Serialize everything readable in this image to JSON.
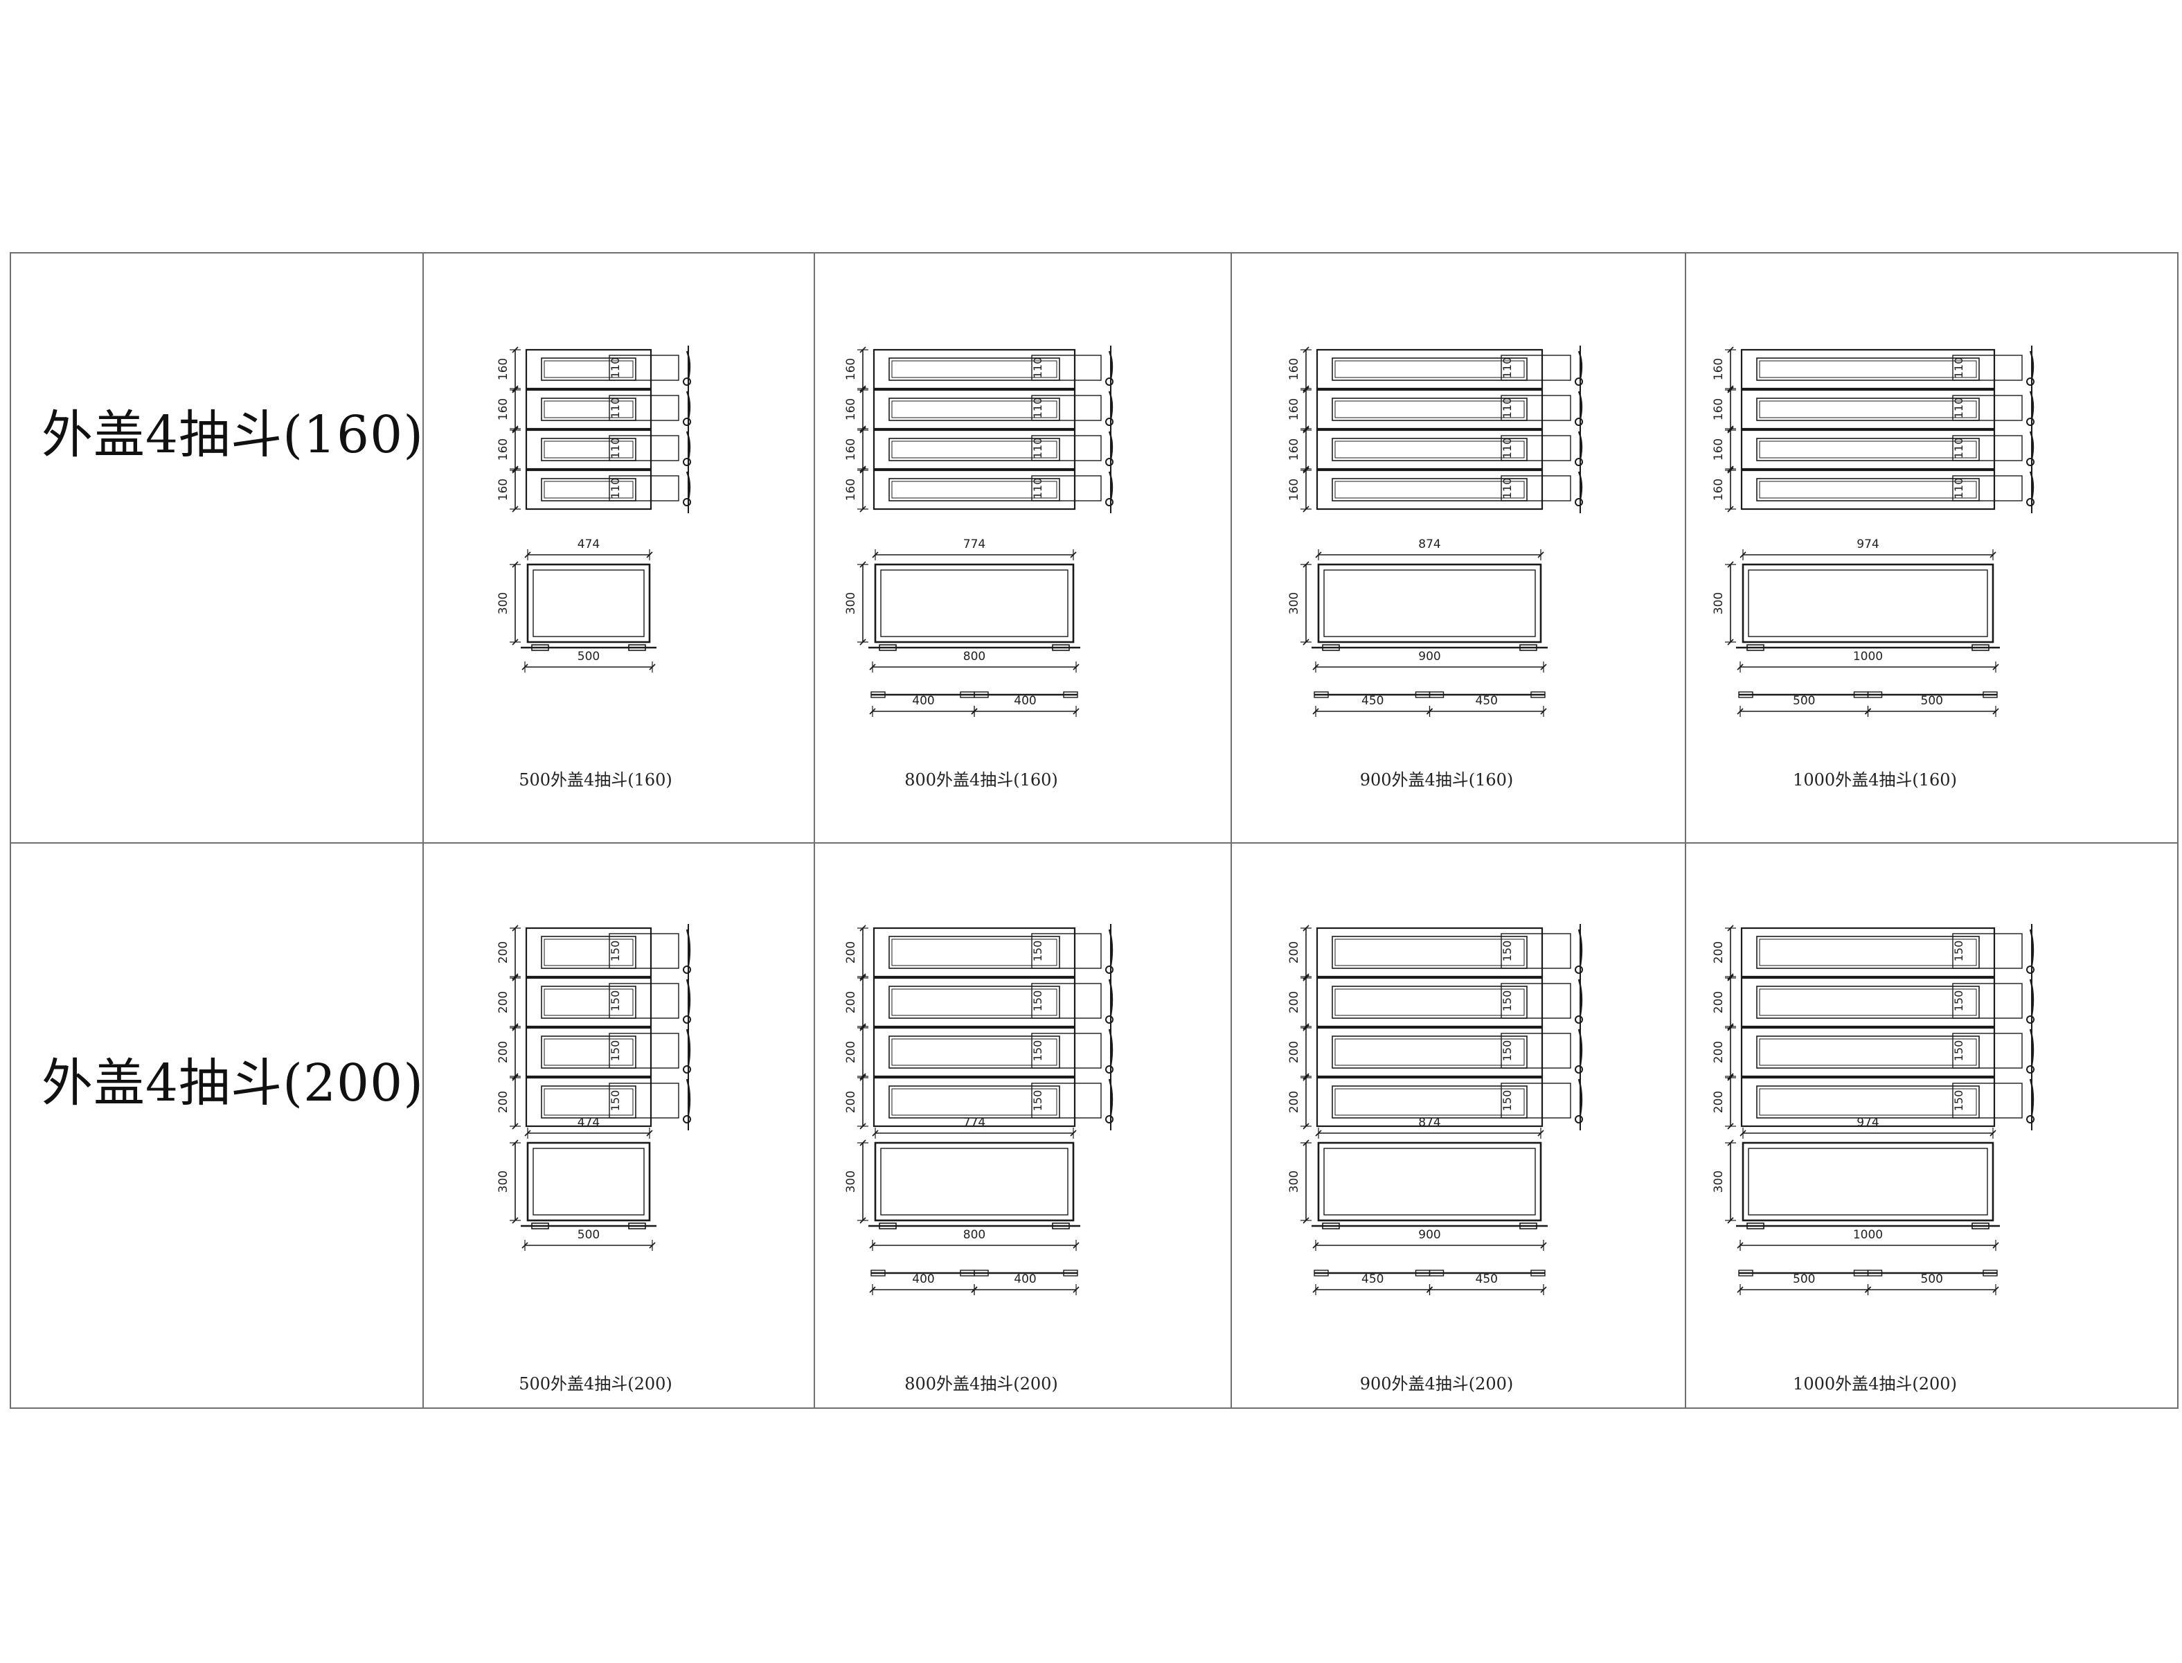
{
  "rows": [
    {
      "label": "外盖4抽斗(160)",
      "front_height": "160",
      "side_height": "110",
      "cells": [
        {
          "caption": "500外盖4抽斗(160)",
          "inner_width": "474",
          "outer_width": "500",
          "depth": "300",
          "splits": []
        },
        {
          "caption": "800外盖4抽斗(160)",
          "inner_width": "774",
          "outer_width": "800",
          "depth": "300",
          "splits": [
            "400",
            "400"
          ]
        },
        {
          "caption": "900外盖4抽斗(160)",
          "inner_width": "874",
          "outer_width": "900",
          "depth": "300",
          "splits": [
            "450",
            "450"
          ]
        },
        {
          "caption": "1000外盖4抽斗(160)",
          "inner_width": "974",
          "outer_width": "1000",
          "depth": "300",
          "splits": [
            "500",
            "500"
          ]
        }
      ]
    },
    {
      "label": "外盖4抽斗(200)",
      "front_height": "200",
      "side_height": "150",
      "cells": [
        {
          "caption": "500外盖4抽斗(200)",
          "inner_width": "474",
          "outer_width": "500",
          "depth": "300",
          "splits": []
        },
        {
          "caption": "800外盖4抽斗(200)",
          "inner_width": "774",
          "outer_width": "800",
          "depth": "300",
          "splits": [
            "400",
            "400"
          ]
        },
        {
          "caption": "900外盖4抽斗(200)",
          "inner_width": "874",
          "outer_width": "900",
          "depth": "300",
          "splits": [
            "450",
            "450"
          ]
        },
        {
          "caption": "1000外盖4抽斗(200)",
          "inner_width": "974",
          "outer_width": "1000",
          "depth": "300",
          "splits": [
            "500",
            "500"
          ]
        }
      ]
    }
  ]
}
